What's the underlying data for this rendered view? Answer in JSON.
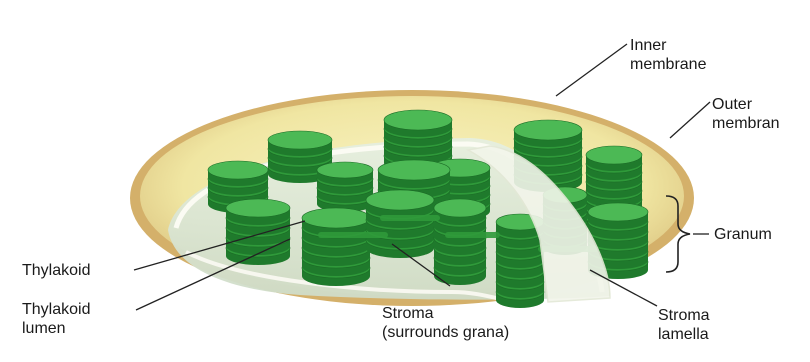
{
  "labels": {
    "inner_membrane": [
      "Inner",
      "membrane"
    ],
    "outer_membrane": [
      "Outer",
      "membran"
    ],
    "granum": "Granum",
    "thylakoid": "Thylakoid",
    "thylakoid_lumen": [
      "Thylakoid",
      "lumen"
    ],
    "stroma": [
      "Stroma",
      "(surrounds grana)"
    ],
    "stroma_lamella": [
      "Stroma",
      "lamella"
    ]
  },
  "colors": {
    "outer_membrane": "#c9a65b",
    "stroma_fill": "#f3ecb3",
    "interior_shadow": "#e9edd9",
    "inner_membrane": "#f7f7ef",
    "thylakoid_dark": "#1f7a2c",
    "thylakoid_mid": "#2f9a3a",
    "thylakoid_light": "#4cb955"
  }
}
